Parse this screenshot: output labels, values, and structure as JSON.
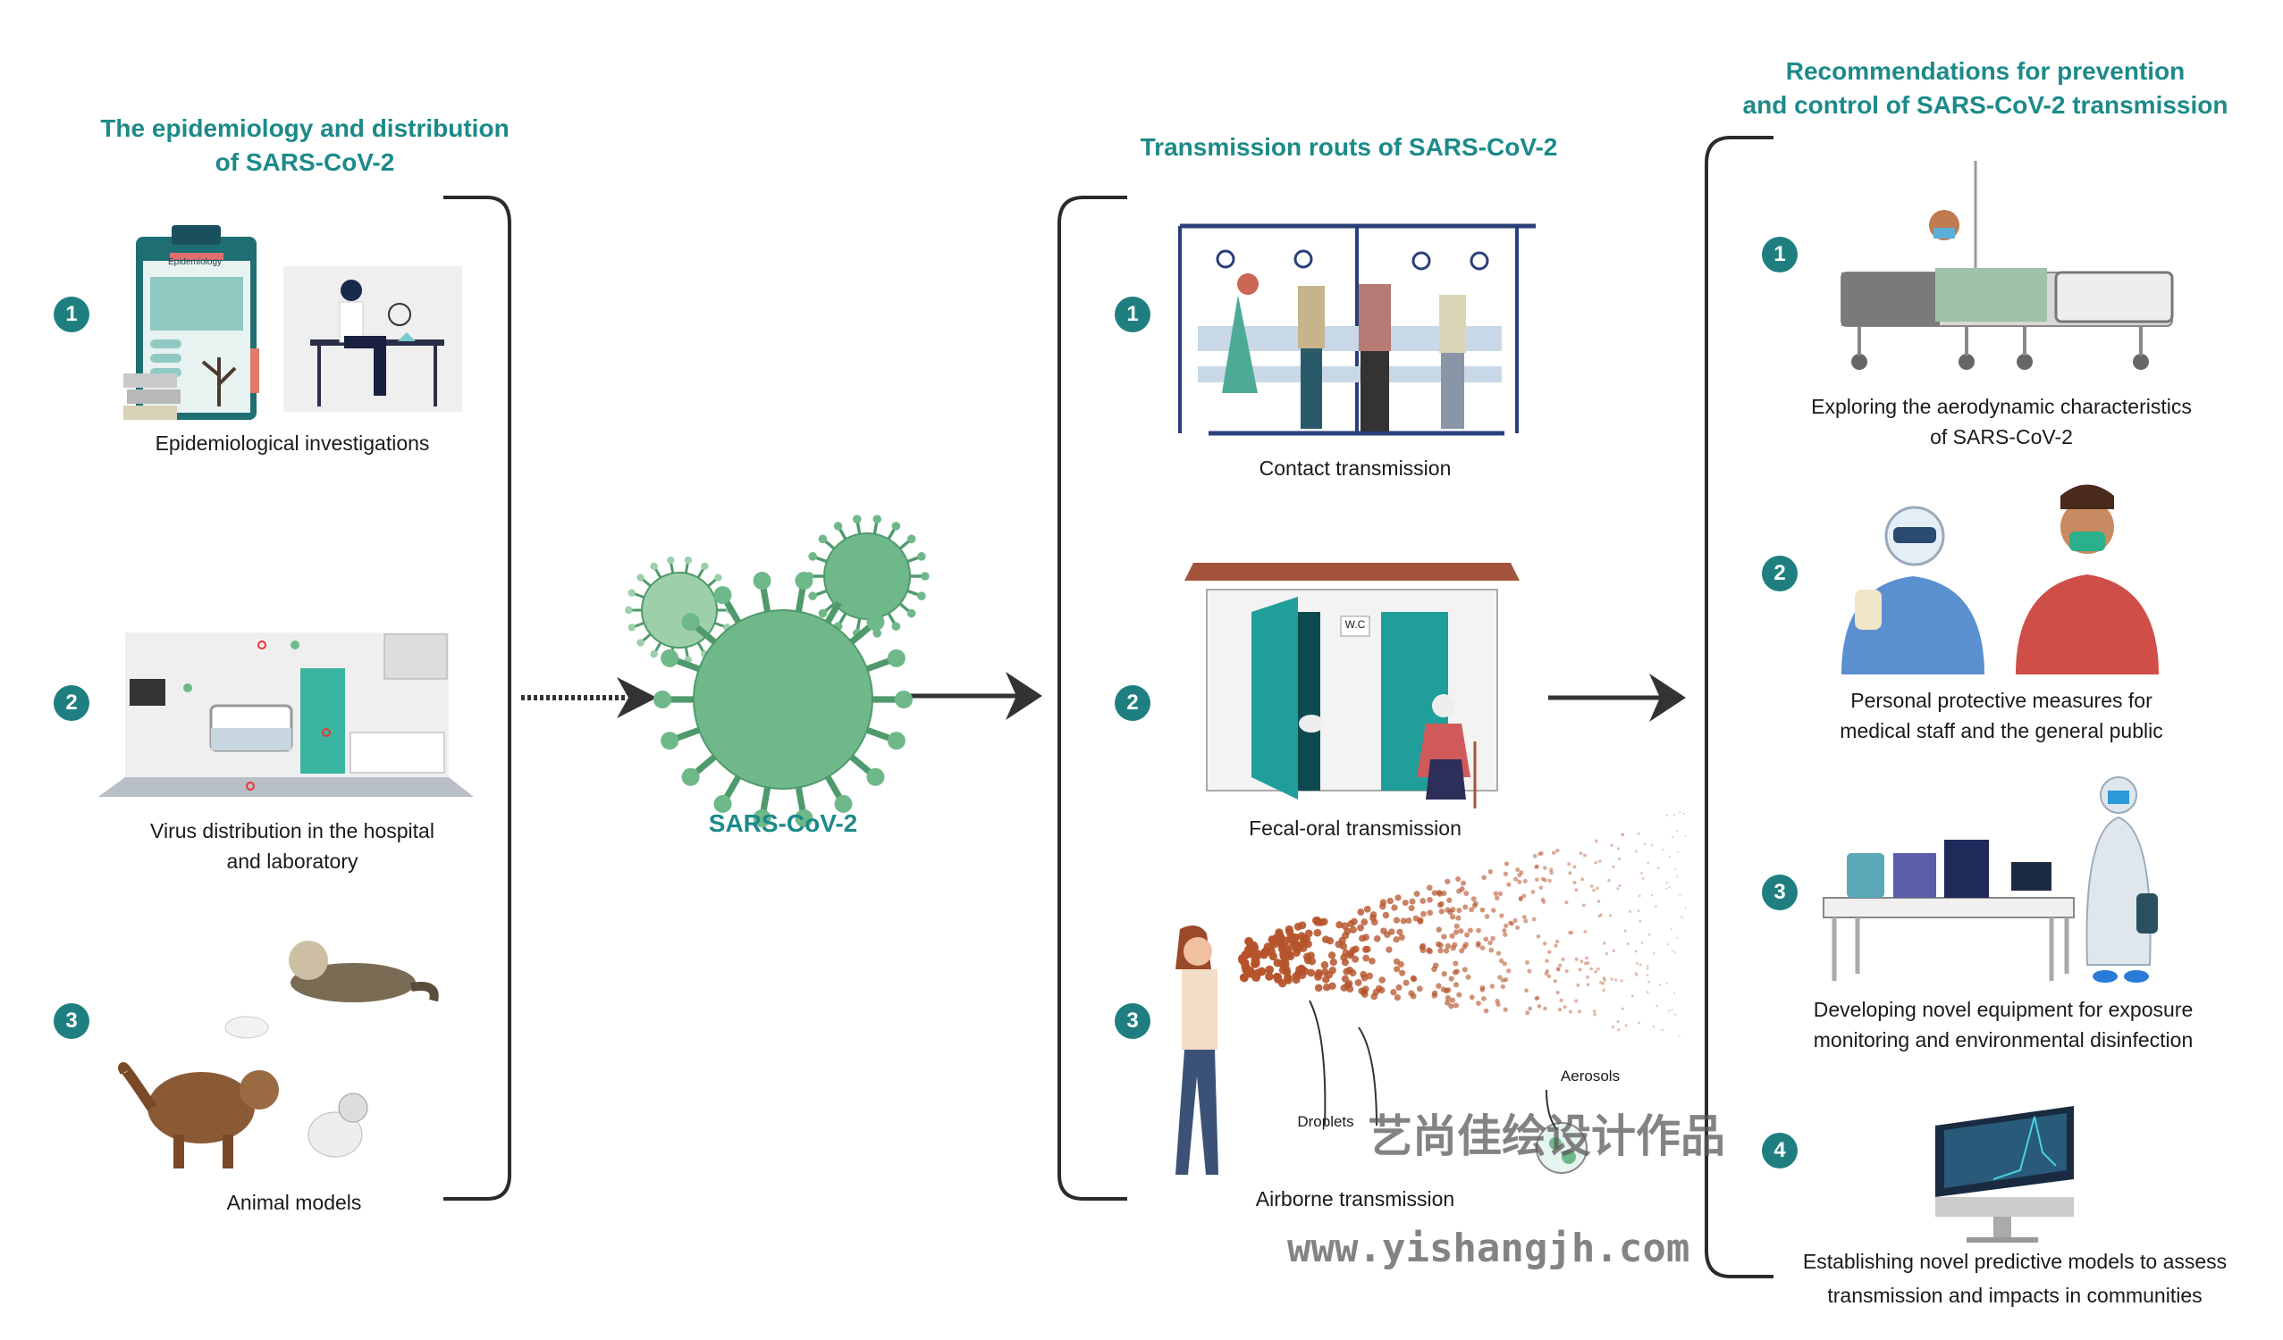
{
  "colors": {
    "accent": "#1c8a89",
    "number_badge": "#1f7f80",
    "virus": "#6fb88a",
    "bracket": "#2b2b2b",
    "droplet": "#b5532a"
  },
  "left": {
    "title_line1": "The epidemiology and distribution",
    "title_line2": "of SARS-CoV-2",
    "items": [
      {
        "number": "1",
        "caption": "Epidemiological investigations",
        "poster_label": "Epidemiology"
      },
      {
        "number": "2",
        "caption_line1": "Virus distribution in the hospital",
        "caption_line2": "and laboratory"
      },
      {
        "number": "3",
        "caption": "Animal models"
      }
    ]
  },
  "center": {
    "virus_label": "SARS-CoV-2"
  },
  "middle": {
    "title": "Transmission routs of SARS-CoV-2",
    "items": [
      {
        "number": "1",
        "caption": "Contact transmission"
      },
      {
        "number": "2",
        "caption": "Fecal-oral transmission",
        "sign": "W.C"
      },
      {
        "number": "3",
        "caption": "Airborne transmission",
        "droplets_label": "Droplets",
        "aerosols_label": "Aerosols"
      }
    ]
  },
  "right": {
    "title_line1": "Recommendations for prevention",
    "title_line2": "and control of SARS-CoV-2 transmission",
    "items": [
      {
        "number": "1",
        "caption_line1": "Exploring the aerodynamic characteristics",
        "caption_line2": "of SARS-CoV-2"
      },
      {
        "number": "2",
        "caption_line1": "Personal protective measures for",
        "caption_line2": "medical staff and the general public"
      },
      {
        "number": "3",
        "caption_line1": "Developing novel equipment for exposure",
        "caption_line2": "monitoring and environmental disinfection"
      },
      {
        "number": "4",
        "caption_line1": "Establishing novel predictive models to assess",
        "caption_line2": "transmission and impacts in communities"
      }
    ]
  },
  "watermark": {
    "line1": "艺尚佳绘设计作品",
    "line2": "www.yishangjh.com"
  }
}
